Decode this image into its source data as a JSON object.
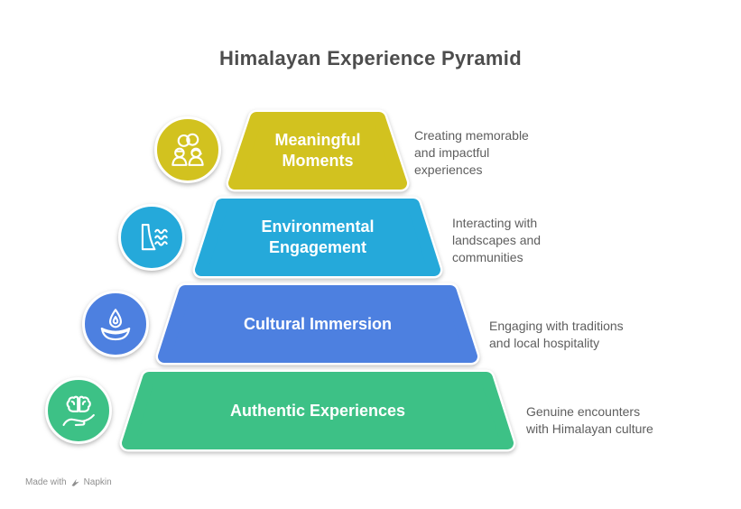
{
  "title": "Himalayan Experience Pyramid",
  "levels": [
    {
      "title": "Meaningful Moments",
      "description": "Creating memorable\nand impactful\nexperiences",
      "color": "#d2c21f",
      "icon": "couple-rings-icon"
    },
    {
      "title": "Environmental Engagement",
      "description": "Interacting with\nlandscapes and\ncommunities",
      "color": "#25a9da",
      "icon": "dam-water-icon"
    },
    {
      "title": "Cultural Immersion",
      "description": "Engaging with traditions\nand local hospitality",
      "color": "#4d80e0",
      "icon": "diya-lamp-icon"
    },
    {
      "title": "Authentic Experiences",
      "description": "Genuine encounters\nwith Himalayan culture",
      "color": "#3dc186",
      "icon": "brain-hand-icon"
    }
  ],
  "text_colors": {
    "title": "#4d4d4d",
    "description": "#5e5e5e",
    "credit": "#8f8f8f"
  },
  "credit": {
    "prefix": "Made with",
    "brand": "Napkin"
  }
}
